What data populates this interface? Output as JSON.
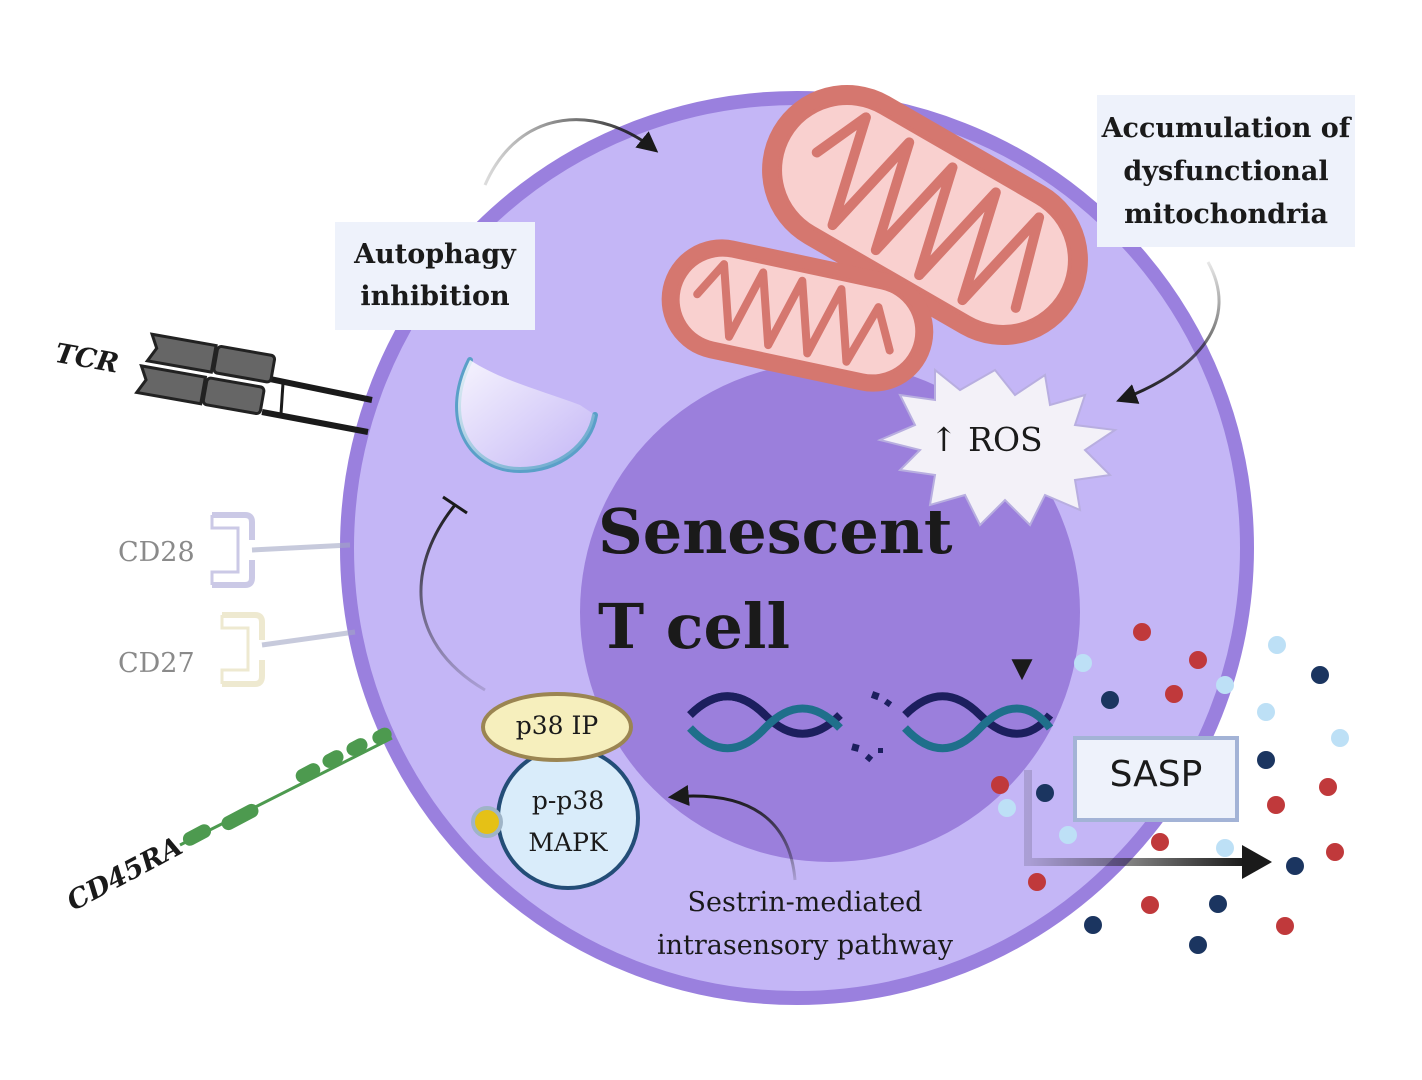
{
  "labels": {
    "autophagy": "Autophagy inhibition",
    "accumulation": "Accumulation of dysfunctional mitochondria",
    "ros": "↑ ROS",
    "senescent_line1": "Senescent",
    "senescent_line2": "T cell",
    "sasp": "SASP",
    "p38ip": "p38 IP",
    "pp38_line1": "p-p38",
    "pp38_line2": "MAPK",
    "sestrin_line1": "Sestrin-mediated",
    "sestrin_line2": "intrasensory pathway",
    "tcr": "TCR",
    "cd28": "CD28",
    "cd27": "CD27",
    "cd45ra": "CD45RA"
  },
  "colors": {
    "cell_outer": "#c4b6f6",
    "cell_border": "#9a80de",
    "nucleus": "#9b7fdc",
    "mito_outer": "#d5776f",
    "mito_inner": "#f9d0cf",
    "dna_a": "#1c1f5e",
    "dna_b": "#1f6f8b",
    "dot_red": "#c0393b",
    "dot_navy": "#1b3560",
    "dot_light": "#bde0f6",
    "cd45ra": "#4d9a4f"
  }
}
